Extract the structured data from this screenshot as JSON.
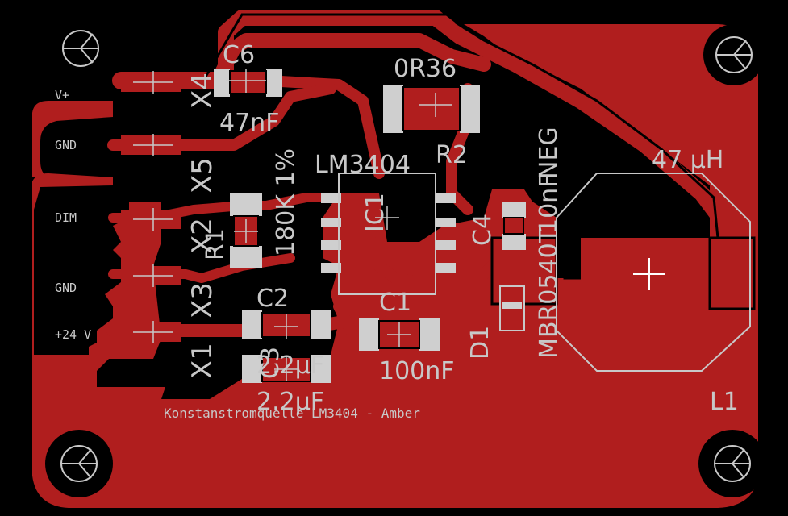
{
  "board": {
    "title": "Konstanstromquelle LM3404 - Amber",
    "colors": {
      "copper": "#b01e1e",
      "background": "#000000",
      "silkscreen": "#c8c8c8",
      "pad": "#cfcfcf"
    }
  },
  "connectors": [
    {
      "pin_label": "V+",
      "ref": "X4"
    },
    {
      "pin_label": "GND",
      "ref": "X5"
    },
    {
      "pin_label": "DIM",
      "ref": "X2"
    },
    {
      "pin_label": "GND",
      "ref": "X3"
    },
    {
      "pin_label": "+24 V",
      "ref": "X1"
    }
  ],
  "components": {
    "c6": {
      "ref": "C6",
      "value": "47nF"
    },
    "r2": {
      "ref": "R2",
      "value": "0R36"
    },
    "r1": {
      "ref": "R1",
      "value": "180K 1%"
    },
    "ic1": {
      "ref": "IC1",
      "value": "LM3404"
    },
    "c4": {
      "ref": "C4",
      "value": "10nF"
    },
    "d1": {
      "ref": "D1",
      "value": "MBR0540T"
    },
    "c2": {
      "ref": "C2",
      "value": "2.2µF"
    },
    "c3": {
      "ref": "C3",
      "value": "2.2µF"
    },
    "c1": {
      "ref": "C1",
      "value": "100nF"
    },
    "l1": {
      "ref": "L1",
      "value": "47 µH"
    },
    "neg": {
      "text": "NEG"
    }
  },
  "icons": [
    "mounting-hole-icon",
    "origin-cross-icon"
  ]
}
